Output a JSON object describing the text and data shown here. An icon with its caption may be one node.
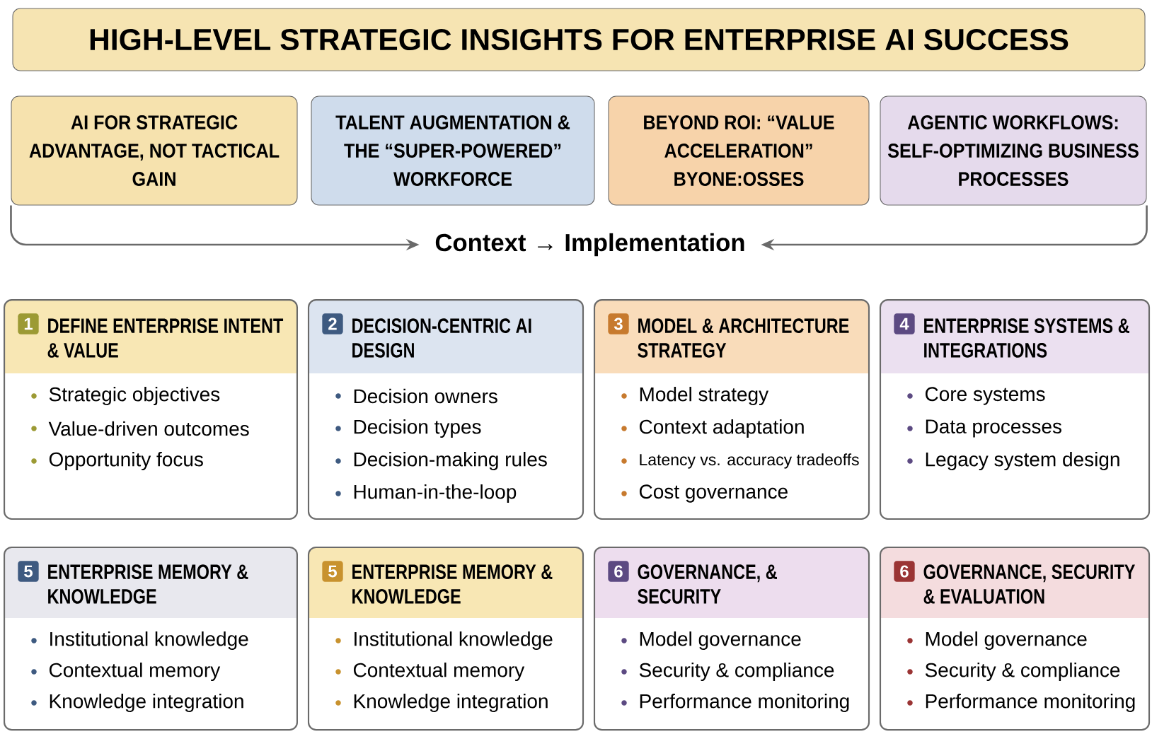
{
  "diagram": {
    "title": "HIGH-LEVEL STRATEGIC INSIGHTS FOR ENTERPRISE AI SUCCESS",
    "nodes": [
      {
        "text": [
          "AI FOR STRATEGIC ADVANTAGE, NOT TACTICAL GAIN"
        ]
      },
      {
        "text": [
          "TALENT AUGMENTATION & THE “SUPER-POWERED” WORKFORCE"
        ]
      },
      {
        "text": [
          "BEYOND ROI: “VALUE ACCELERATION” BYONE:OSSES"
        ]
      },
      {
        "text": [
          "AGENTIC WORKFLOWS: SELF-OPTIMIZING BUSINESS PROCESSES"
        ]
      },
      {
        "text": [
          "Context → Implementation"
        ]
      },
      {
        "text": [
          "1",
          "DEFINE ENTERPRISE INTENT & VALUE",
          "Strategic objectives",
          "Value-driven outcomes",
          "Opportunity focus"
        ]
      },
      {
        "text": [
          "2",
          "DECISION-CENTRIC AI DESIGN",
          "Decision owners",
          "Decision types",
          "Decision-making rules",
          "Human-in-the-loop"
        ]
      },
      {
        "text": [
          "3",
          "MODEL & ARCHITECTURE STRATEGY",
          "Model strategy",
          "Context adaptation",
          "Latency vs. accuracy tradeoffs",
          "Cost governance"
        ]
      },
      {
        "text": [
          "4",
          "ENTERPRISE SYSTEMS & INTEGRATIONS",
          "Core systems",
          "Data processes",
          "Legacy system design"
        ]
      },
      {
        "text": [
          "5",
          "ENTERPRISE MEMORY & KNOWLEDGE",
          "Institutional knowledge",
          "Contextual memory",
          "Knowledge integration"
        ]
      },
      {
        "text": [
          "5",
          "ENTERPRISE MEMORY & KNOWLEDGE",
          "Institutional knowledge",
          "Contextual memory",
          "Knowledge integration"
        ]
      },
      {
        "text": [
          "6",
          "GOVERNANCE, & SECURITY",
          "Model governance",
          "Security & compliance",
          "Performance monitoring"
        ]
      },
      {
        "text": [
          "6",
          "GOVERNANCE, SECURITY & EVALUATION",
          "Model governance",
          "Security & compliance",
          "Performance monitoring"
        ]
      }
    ],
    "edges": [
      {
        "from": 0,
        "to": 4,
        "arrow": "to"
      },
      {
        "from": 3,
        "to": 4,
        "arrow": "to"
      }
    ]
  }
}
